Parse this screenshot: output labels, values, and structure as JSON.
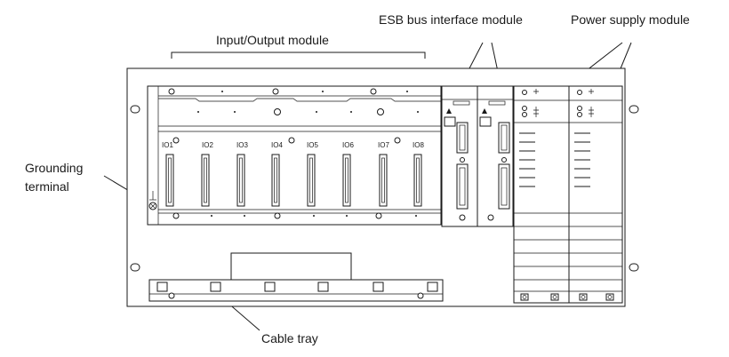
{
  "labels": {
    "io_module": "Input/Output module",
    "esb_module": "ESB bus interface module",
    "power_module": "Power supply module",
    "grounding_line1": "Grounding",
    "grounding_line2": "terminal",
    "cable_tray": "Cable tray"
  },
  "slots": [
    "IO1",
    "IO2",
    "IO3",
    "IO4",
    "IO5",
    "IO6",
    "IO7",
    "IO8"
  ]
}
